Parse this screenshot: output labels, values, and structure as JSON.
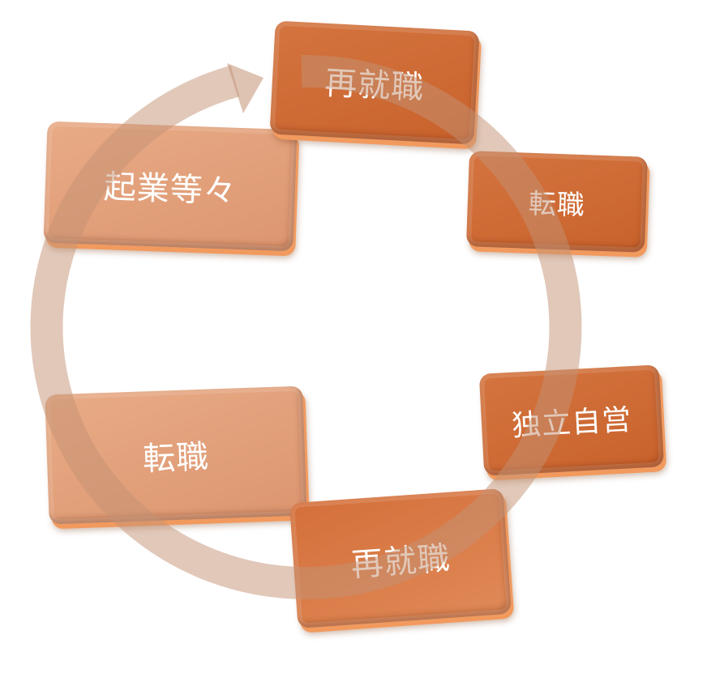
{
  "diagram": {
    "type": "cycle",
    "nodes": [
      {
        "label": "再就職"
      },
      {
        "label": "転職"
      },
      {
        "label": "独立自営"
      },
      {
        "label": "再就職"
      },
      {
        "label": "転職"
      },
      {
        "label": "起業等々"
      }
    ],
    "colors": {
      "node_dark": "#cf6d38",
      "node_light": "#e3a07a",
      "ring": "#c9a185"
    }
  }
}
